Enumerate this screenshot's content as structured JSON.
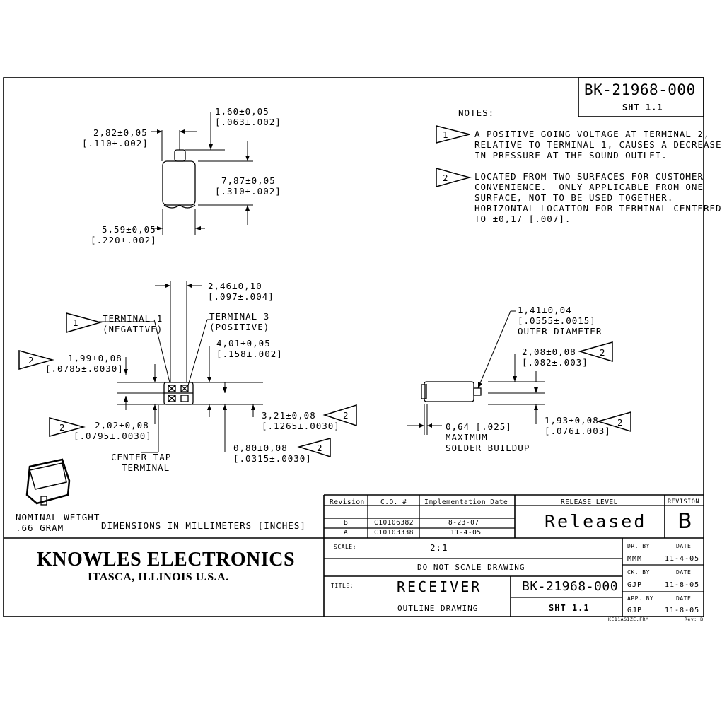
{
  "drawing_number": "BK-21968-000",
  "sheet": "SHT 1.1",
  "notes_title": "NOTES:",
  "note1_num": "1",
  "note1": [
    "A POSITIVE GOING VOLTAGE AT TERMINAL 2,",
    "RELATIVE TO TERMINAL 1, CAUSES A DECREASE",
    "IN PRESSURE AT THE SOUND OUTLET."
  ],
  "note2_num": "2",
  "note2": [
    "LOCATED FROM TWO SURFACES FOR CUSTOMER",
    "CONVENIENCE.  ONLY APPLICABLE FROM ONE",
    "SURFACE, NOT TO BE USED TOGETHER.",
    "HORIZONTAL LOCATION FOR TERMINAL CENTERED",
    "TO ±0,17 [.007]."
  ],
  "dims": {
    "d160": "1,60±0,05",
    "d160i": "[.063±.002]",
    "d282": "2,82±0,05",
    "d282i": "[.110±.002]",
    "d787": "7,87±0,05",
    "d787i": "[.310±.002]",
    "d559": "5,59±0,05",
    "d559i": "[.220±.002]",
    "d246": "2,46±0,10",
    "d246i": "[.097±.004]",
    "d401": "4,01±0,05",
    "d401i": "[.158±.002]",
    "d199": "1,99±0,08",
    "d199i": "[.0785±.0030]",
    "d202": "2,02±0,08",
    "d202i": "[.0795±.0030]",
    "d321": "3,21±0,08",
    "d321i": "[.1265±.0030]",
    "d080": "0,80±0,08",
    "d080i": "[.0315±.0030]",
    "d141": "1,41±0,04",
    "d141i": "[.0555±.0015]",
    "d141l": "OUTER DIAMETER",
    "d208": "2,08±0,08",
    "d208i": "[.082±.003]",
    "d193": "1,93±0,08",
    "d193i": "[.076±.003]",
    "d064": "0,64 [.025]",
    "d064l1": "MAXIMUM",
    "d064l2": "SOLDER BUILDUP"
  },
  "term1": [
    "TERMINAL 1",
    "(NEGATIVE)"
  ],
  "term3": [
    "TERMINAL 3",
    "(POSITIVE)"
  ],
  "center_tap": [
    "CENTER TAP",
    "TERMINAL"
  ],
  "weight": [
    "NOMINAL WEIGHT",
    ".66 GRAM"
  ],
  "units_note": "DIMENSIONS IN MILLIMETERS [INCHES]",
  "flag2": "2",
  "flag1": "1",
  "company": "KNOWLES ELECTRONICS",
  "location": "ITASCA, ILLINOIS U.S.A.",
  "rev_table": {
    "headers": [
      "Revision",
      "C.O. #",
      "Implementation Date"
    ],
    "rows": [
      [
        "B",
        "C10106382",
        "8-23-07"
      ],
      [
        "A",
        "C10103338",
        "11-4-05"
      ]
    ]
  },
  "release_level_label": "RELEASE LEVEL",
  "release_level": "Released",
  "revision_label": "REVISION",
  "revision": "B",
  "scale_label": "SCALE:",
  "scale": "2:1",
  "do_not_scale": "DO NOT SCALE DRAWING",
  "title_label": "TITLE:",
  "title": "RECEIVER",
  "subtitle": "OUTLINE DRAWING",
  "dr_by": "DR. BY",
  "ck_by": "CK. BY",
  "app_by": "APP. BY",
  "date_label": "DATE",
  "dr_name": "MMM",
  "dr_date": "11-4-05",
  "ck_name": "GJP",
  "ck_date": "11-8-05",
  "app_name": "GJP",
  "app_date": "11-8-05",
  "form_name": "KE11ASIZE.FRM",
  "form_rev": "Rev: B"
}
